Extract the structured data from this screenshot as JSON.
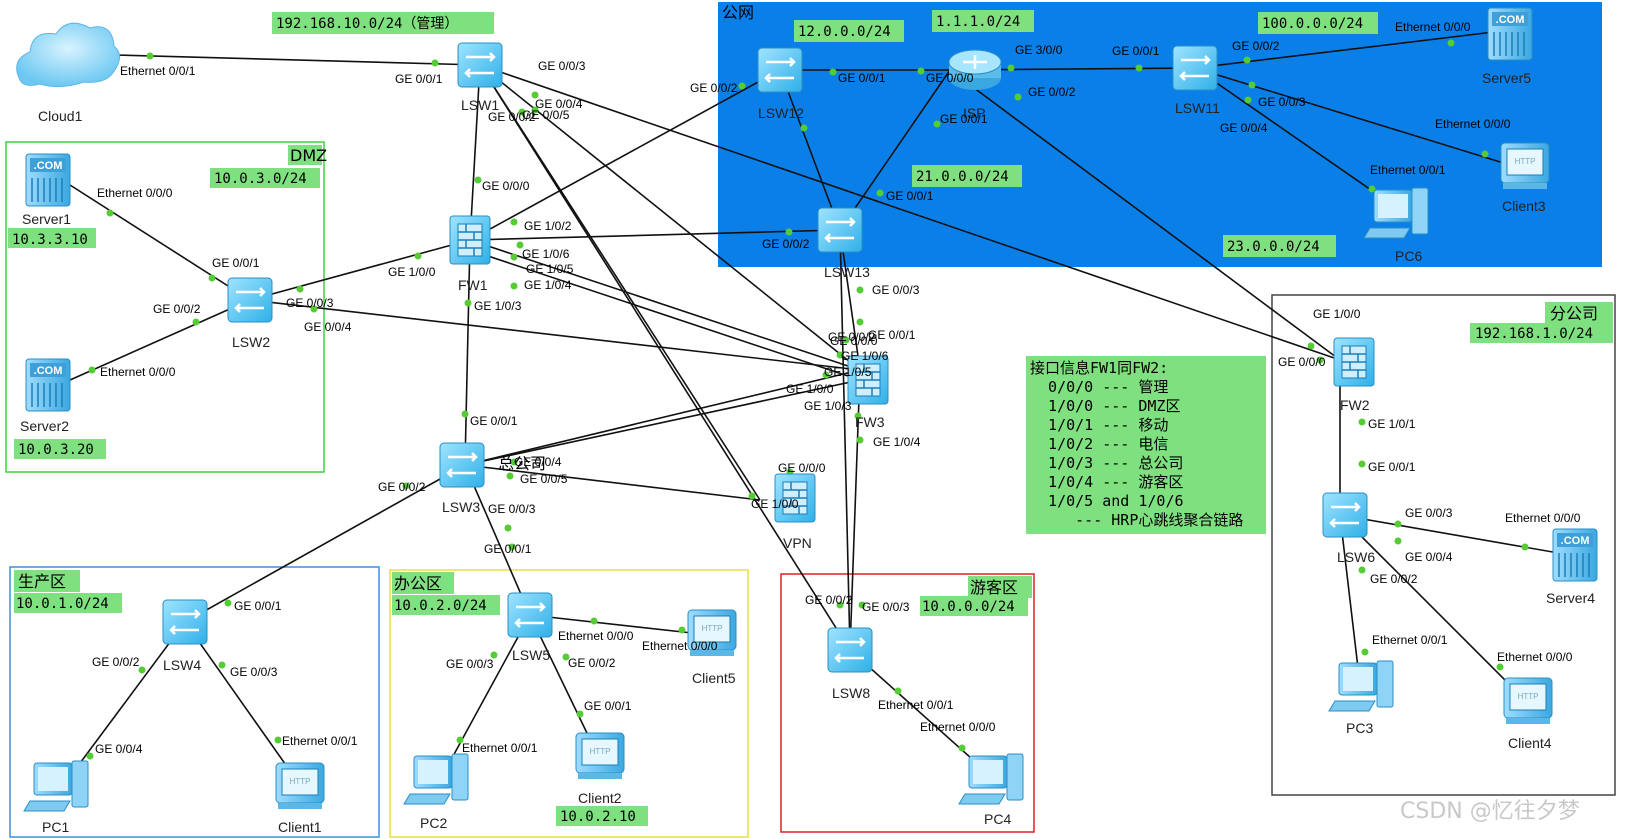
{
  "zones": {
    "public": {
      "title": "公网"
    },
    "dmz": {
      "title": "DMZ",
      "subnet": "10.0.3.0/24"
    },
    "branch": {
      "title": "分公司",
      "subnet": "192.168.1.0/24"
    },
    "production": {
      "title": "生产区",
      "subnet": "10.0.1.0/24"
    },
    "office": {
      "title": "办公区",
      "subnet": "10.0.2.0/24"
    },
    "guest": {
      "title": "游客区",
      "subnet": "10.0.0.0/24"
    }
  },
  "tags": {
    "mgmt": "192.168.10.0/24（管理）",
    "s1ip": "10.3.3.10",
    "s2ip": "10.0.3.20",
    "c2ip": "10.0.2.10",
    "n12": "12.0.0.0/24",
    "n1": "1.1.1.0/24",
    "n100": "100.0.0.0/24",
    "n21": "21.0.0.0/24",
    "n23": "23.0.0.0/24"
  },
  "legend": {
    "lines": [
      "接口信息FW1同FW2:",
      "  0/0/0 --- 管理",
      "  1/0/0 --- DMZ区",
      "  1/0/1 --- 移动",
      "  1/0/2 --- 电信",
      "  1/0/3 --- 总公司",
      "  1/0/4 --- 游客区",
      "  1/0/5 and 1/0/6",
      "     --- HRP心跳线聚合链路"
    ]
  },
  "nodes": {
    "cloud1": "Cloud1",
    "lsw1": "LSW1",
    "fw1": "FW1",
    "lsw2": "LSW2",
    "server1": "Server1",
    "server2": "Server2",
    "lsw3": "LSW3",
    "lsw4": "LSW4",
    "lsw5": "LSW5",
    "pc1": "PC1",
    "client1": "Client1",
    "pc2": "PC2",
    "client2": "Client2",
    "client5": "Client5",
    "vpn": "VPN",
    "fw3": "FW3",
    "lsw8": "LSW8",
    "pc4": "PC4",
    "lsw12": "LSW12",
    "isp": "ISP",
    "lsw11": "LSW11",
    "lsw13": "LSW13",
    "server5": "Server5",
    "client3": "Client3",
    "pc6": "PC6",
    "fw2": "FW2",
    "lsw6": "LSW6",
    "server4": "Server4",
    "pc3": "PC3",
    "client4": "Client4",
    "zongbu": "总公司"
  },
  "ports": [
    "Ethernet 0/0/1",
    "GE 0/0/1",
    "GE 0/0/3",
    "GE 0/0/4",
    "GE 0/0/2",
    "GE 0/0/5",
    "GE 0/0/0",
    "GE 1/0/2",
    "GE 1/0/6",
    "GE 1/0/5",
    "GE 1/0/4",
    "GE 1/0/0",
    "GE 1/0/3",
    "Ethernet 0/0/0",
    "GE 0/0/1",
    "GE 0/0/2",
    "GE 0/0/3",
    "GE 0/0/4",
    "Ethernet 0/0/0",
    "GE 0/0/2",
    "GE 0/0/1",
    "GE 0/0/0",
    "GE 0/0/1",
    "GE 3/0/0",
    "GE 0/0/1",
    "GE 0/0/2",
    "Ethernet 0/0/0",
    "GE 0/0/2",
    "GE 0/0/3",
    "GE 0/0/4",
    "Ethernet 0/0/0",
    "Ethernet 0/0/1",
    "GE 0/0/1",
    "GE 0/0/2",
    "GE 0/0/3",
    "GE 0/0/0",
    "GE 0/0/1",
    "GE 0/0/2",
    "GE 1/0/6",
    "GE 1/0/5",
    "GE 1/0/0",
    "GE 1/0/3",
    "GE 1/0/4",
    "GE 0/0/1",
    "GE 0/0/4",
    "GE 0/0/5",
    "GE 0/0/2",
    "GE 0/0/3",
    "GE 0/0/0",
    "GE 1/0/0",
    "GE 0/0/1",
    "GE 0/0/2",
    "GE 0/0/3",
    "Ethernet 0/0/1",
    "Ethernet 0/0/0",
    "GE 0/0/1",
    "GE 0/0/2",
    "GE 0/0/3",
    "GE 0/0/4",
    "Ethernet 0/0/1",
    "Ethernet 0/0/0",
    "Ethernet 0/0/0",
    "GE 0/0/1",
    "GE 0/0/3",
    "GE 0/0/2",
    "Ethernet 0/0/1",
    "GE 1/0/0",
    "GE 0/0/0",
    "GE 1/0/1",
    "GE 0/0/1",
    "GE 0/0/3",
    "GE 0/0/4",
    "GE 0/0/2",
    "Ethernet 0/0/0",
    "Ethernet 0/0/1",
    "Ethernet 0/0/0"
  ],
  "watermark": "CSDN @忆往夕梦"
}
